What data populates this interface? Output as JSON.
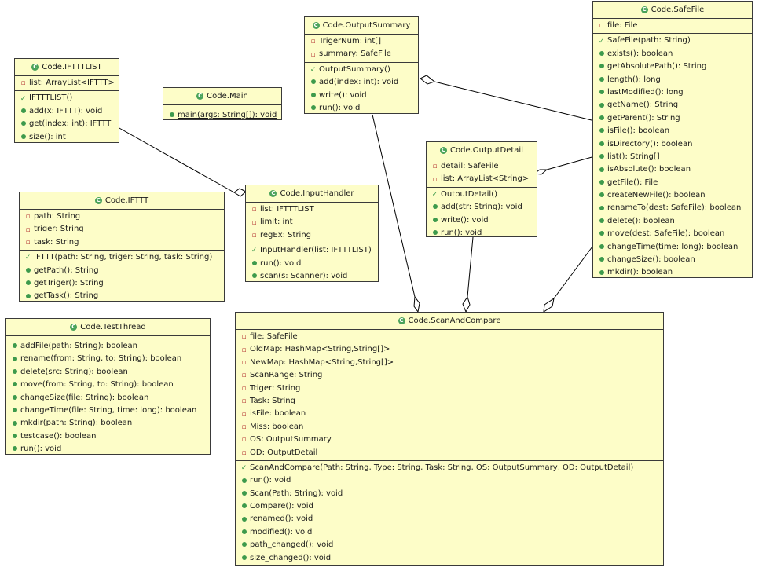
{
  "classes": {
    "iftttlist": {
      "title": "Code.IFTTTLIST",
      "fields": [
        "list: ArrayList<IFTTT>"
      ],
      "methods": [
        "IFTTTLIST()",
        "add(x: IFTTT): void",
        "get(index: int): IFTTT",
        "size(): int"
      ]
    },
    "main": {
      "title": "Code.Main",
      "fields": [],
      "methods": [
        "main(args: String[]): void"
      ]
    },
    "outputsummary": {
      "title": "Code.OutputSummary",
      "fields": [
        "TrigerNum: int[]",
        "summary: SafeFile"
      ],
      "methods": [
        "OutputSummary()",
        "add(index: int): void",
        "write(): void",
        "run(): void"
      ]
    },
    "safefile": {
      "title": "Code.SafeFile",
      "fields": [
        "file: File"
      ],
      "methods": [
        "SafeFile(path: String)",
        "exists(): boolean",
        "getAbsolutePath(): String",
        "length(): long",
        "lastModified(): long",
        "getName(): String",
        "getParent(): String",
        "isFile(): boolean",
        "isDirectory(): boolean",
        "list(): String[]",
        "isAbsolute(): boolean",
        "getFile(): File",
        "createNewFile(): boolean",
        "renameTo(dest: SafeFile): boolean",
        "delete(): boolean",
        "move(dest: SafeFile): boolean",
        "changeTime(time: long): boolean",
        "changeSize(): boolean",
        "mkdir(): boolean"
      ]
    },
    "outputdetail": {
      "title": "Code.OutputDetail",
      "fields": [
        "detail: SafeFile",
        "list: ArrayList<String>"
      ],
      "methods": [
        "OutputDetail()",
        "add(str: String): void",
        "write(): void",
        "run(): void"
      ]
    },
    "ifttt": {
      "title": "Code.IFTTT",
      "fields": [
        "path: String",
        "triger: String",
        "task: String"
      ],
      "methods": [
        "IFTTT(path: String, triger: String, task: String)",
        "getPath(): String",
        "getTriger(): String",
        "getTask(): String"
      ]
    },
    "inputhandler": {
      "title": "Code.InputHandler",
      "fields": [
        "list: IFTTTLIST",
        "limit: int",
        "regEx: String"
      ],
      "methods": [
        "InputHandler(list: IFTTTLIST)",
        "run(): void",
        "scan(s: Scanner): void"
      ]
    },
    "testthread": {
      "title": "Code.TestThread",
      "fields": [],
      "methods": [
        "addFile(path: String): boolean",
        "rename(from: String, to: String): boolean",
        "delete(src: String): boolean",
        "move(from: String, to: String): boolean",
        "changeSize(file: String): boolean",
        "changeTime(file: String, time: long): boolean",
        "mkdir(path: String): boolean",
        "testcase(): boolean",
        "run(): void"
      ]
    },
    "scanandcompare": {
      "title": "Code.ScanAndCompare",
      "fields": [
        "file: SafeFile",
        "OldMap: HashMap<String,String[]>",
        "NewMap: HashMap<String,String[]>",
        "ScanRange: String",
        "Triger: String",
        "Task: String",
        "isFile: boolean",
        "Miss: boolean",
        "OS: OutputSummary",
        "OD: OutputDetail"
      ],
      "methods": [
        "ScanAndCompare(Path: String, Type: String, Task: String, OS: OutputSummary, OD: OutputDetail)",
        "run(): void",
        "Scan(Path: String): void",
        "Compare(): void",
        "renamed(): void",
        "modified(): void",
        "path_changed(): void",
        "size_changed(): void"
      ]
    }
  },
  "colors": {
    "class_fill": "#fdfdc8",
    "class_border": "#3a3a3a",
    "connector": "#000000",
    "class_icon": "#4aa35a"
  }
}
